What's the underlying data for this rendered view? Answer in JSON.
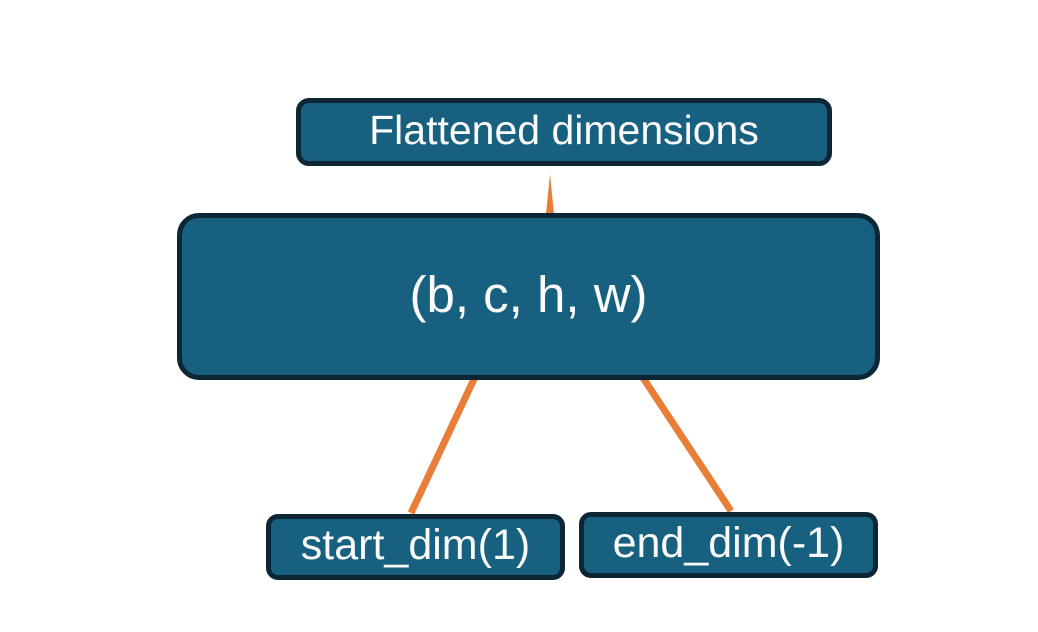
{
  "colors": {
    "box_fill": "#17607f",
    "box_border": "#0d2635",
    "text_color": "#fafafa",
    "accent_orange": "#e87e38",
    "background": "#ffffff"
  },
  "nodes": {
    "flattened_label": {
      "text": "Flattened dimensions"
    },
    "tensor_shape": {
      "text": "(b, c, h, w)"
    },
    "start_dim": {
      "text": "start_dim(1)"
    },
    "end_dim": {
      "text": "end_dim(-1)"
    }
  },
  "connectors": {
    "brace": {
      "type": "curly-brace",
      "from": "flattened_label",
      "spans": "c, h, w"
    },
    "start_dim_arrow": {
      "type": "arrow",
      "from": "start_dim",
      "to": "c"
    },
    "end_dim_arrow": {
      "type": "arrow",
      "from": "end_dim",
      "to": "w"
    }
  }
}
